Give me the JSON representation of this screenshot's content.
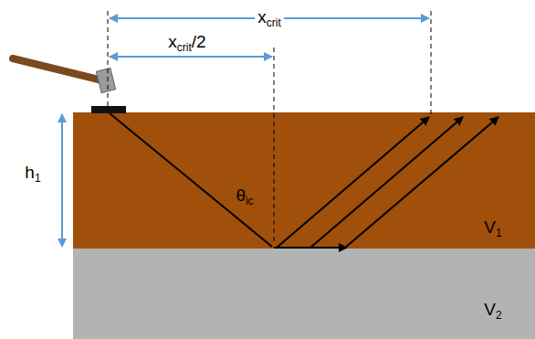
{
  "diagram": {
    "labels": [
      "xcrit",
      "xcrit/2",
      "h1",
      "θic",
      "V1",
      "V2"
    ]
  }
}
